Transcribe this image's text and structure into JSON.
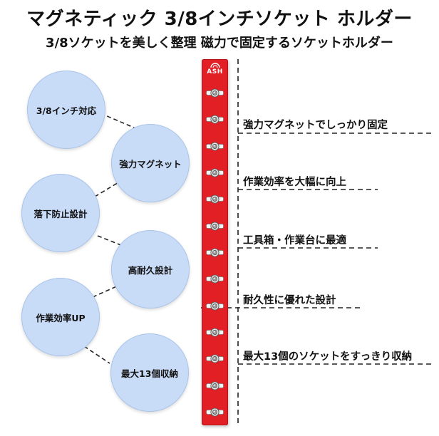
{
  "header": {
    "title": "マグネティック 3/8インチソケット ホルダー",
    "subtitle": "3/8ソケットを美しく整理 磁力で固定するソケットホルダー"
  },
  "bubbles": [
    "3/8インチ対応",
    "強力マグネット",
    "落下防止設計",
    "高耐久設計",
    "作業効率UP",
    "最大13個収納"
  ],
  "product": {
    "logo_text": "ASH",
    "socket_posts": 13,
    "rail_color": "#e11f24"
  },
  "features": [
    "強力マグネットでしっかり固定",
    "作業効率を大幅に向上",
    "工具箱・作業台に最適",
    "耐久性に優れた設計",
    "最大13個のソケットをすっきり収納"
  ],
  "colors": {
    "bubble_fill": "#c9dcf7",
    "text": "#111111"
  }
}
